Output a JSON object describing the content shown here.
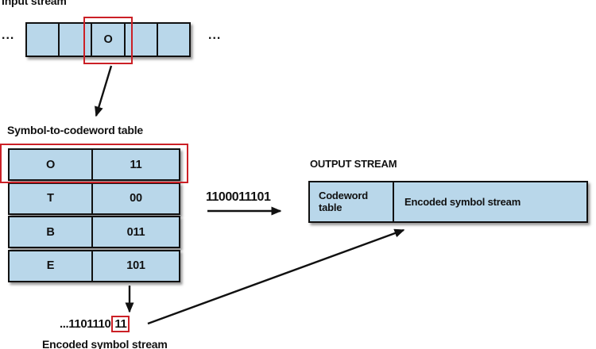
{
  "colors": {
    "box_fill": "#b9d7ea",
    "line": "#111111",
    "highlight_red": "#cb2026"
  },
  "input_stream": {
    "label": "Input stream",
    "ellipsis_left": "...",
    "ellipsis_right": "...",
    "symbol": "O"
  },
  "codeword_table": {
    "label": "Symbol-to-codeword table",
    "rows": [
      {
        "symbol": "O",
        "codeword": "11"
      },
      {
        "symbol": "T",
        "codeword": "00"
      },
      {
        "symbol": "B",
        "codeword": "011"
      },
      {
        "symbol": "E",
        "codeword": "101"
      }
    ]
  },
  "transfer": {
    "bits": "1100011101"
  },
  "output_stream": {
    "label": "OUTPUT STREAM",
    "codeword_table_cell": "Codeword table",
    "encoded_cell": "Encoded symbol stream"
  },
  "encoded_stream": {
    "prefix": "...1101110",
    "highlighted": "11",
    "label": "Encoded symbol stream"
  }
}
